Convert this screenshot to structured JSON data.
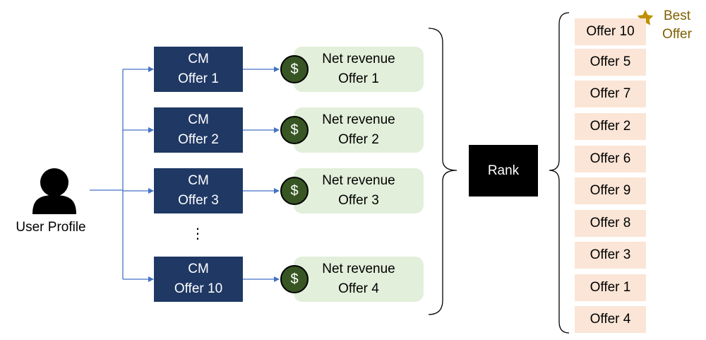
{
  "user": {
    "label": "User Profile"
  },
  "models": [
    {
      "line1": "CM",
      "line2": "Offer 1"
    },
    {
      "line1": "CM",
      "line2": "Offer 2"
    },
    {
      "line1": "CM",
      "line2": "Offer 3"
    },
    {
      "line1": "CM",
      "line2": "Offer 10"
    }
  ],
  "ellipsis": "⋮",
  "dollar_symbol": "$",
  "revenues": [
    {
      "line1": "Net revenue",
      "line2": "Offer 1"
    },
    {
      "line1": "Net revenue",
      "line2": "Offer 2"
    },
    {
      "line1": "Net revenue",
      "line2": "Offer 3"
    },
    {
      "line1": "Net revenue",
      "line2": "Offer 4"
    }
  ],
  "rank": {
    "label": "Rank"
  },
  "ranked_offers": [
    "Offer 10",
    "Offer 5",
    "Offer 7",
    "Offer 2",
    "Offer 6",
    "Offer 9",
    "Offer 8",
    "Offer 3",
    "Offer 1",
    "Offer 4"
  ],
  "best": {
    "line1": "Best",
    "line2": "Offer",
    "icon": "star-icon"
  },
  "colors": {
    "model_box": "#1f3864",
    "revenue_box": "#e2efda",
    "dollar_circle": "#375623",
    "rank_box": "#000000",
    "result_box": "#fbe5d6",
    "arrow": "#4472c4",
    "best_text": "#806000",
    "star": "#bf9000"
  }
}
